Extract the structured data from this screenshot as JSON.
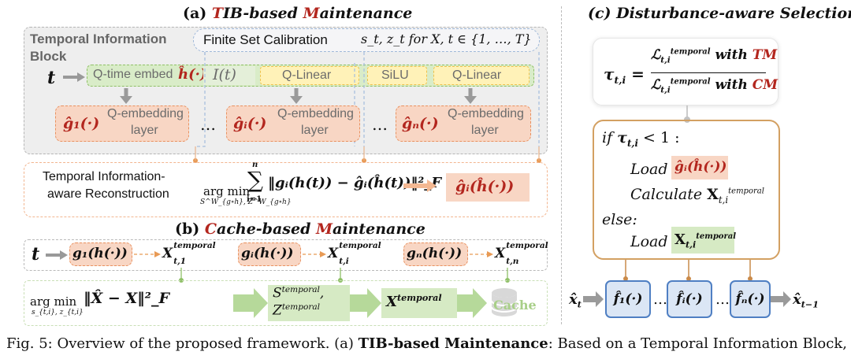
{
  "panel_a": {
    "title_prefix": "(a) ",
    "title_T": "T",
    "title_mid": "IB-based ",
    "title_M": "M",
    "title_rest": "aintenance",
    "tib_label_1": "Temporal Information",
    "tib_label_2": "Block",
    "finite_calib": "Finite Set Calibration",
    "calib_math": "s_t, z_t for X, t ∈ {1, …, T}",
    "t_input": "t",
    "q_time_embed": "Q-time embed",
    "h_func": "ĥ(·)",
    "I_t": "I(t)",
    "q_linear_1": "Q-Linear",
    "silu": "SiLU",
    "q_linear_2": "Q-Linear",
    "g1_func": "ĝ₁(·)",
    "gi_func": "ĝᵢ(·)",
    "gn_func": "ĝₙ(·)",
    "q_embedding_1": "Q-embedding",
    "layer_label": "layer",
    "ellipsis": "…",
    "recon_label_1": "Temporal Information-",
    "recon_label_2": "aware Reconstruction",
    "recon_argmin": "arg min",
    "recon_sub": "S^W_{g∘h}, Z^W_{g∘h}",
    "recon_sum_top": "n",
    "recon_sum_bot": "i=1",
    "recon_expr": "‖gᵢ(h(t)) − ĝᵢ(ĥ(t))‖²_F",
    "recon_result": "ĝᵢ(ĥ(·))"
  },
  "panel_b": {
    "title_prefix": "(b) ",
    "title_C": "C",
    "title_mid": "ache-based ",
    "title_M": "M",
    "title_rest": "aintenance",
    "t_input": "t",
    "g1": "g₁(h(·))",
    "gi": "gᵢ(h(·))",
    "gn": "gₙ(h(·))",
    "x1": "X",
    "x1_sub": "t,1",
    "xi_sub": "t,i",
    "xn_sub": "t,n",
    "sup_temporal": "temporal",
    "argmin": "arg min",
    "argmin_sub": "s_{t,i}, z_{t,i}",
    "norm_expr": "‖X̂ − X‖²_F",
    "s_temporal": "S",
    "z_temporal": "Z",
    "cache": "Cache"
  },
  "panel_c": {
    "title": "(c) Disturbance-aware Selection",
    "tau": "τ",
    "tau_sub": "t,i",
    "L": "ℒ",
    "with": "with",
    "TM": "TM",
    "CM": "CM",
    "if_line": "if",
    "cond": "τ",
    "cond_rest": " < 1 :",
    "load": "Load",
    "calculate": "Calculate",
    "else": "else:",
    "xt_hat": "x̂",
    "f1": "f̂₁(·)",
    "fi": "f̂ᵢ(·)",
    "fn": "f̂ₙ(·)",
    "xt_minus": "x̂",
    "xt_minus_sub": "t−1",
    "xt_sub": "t"
  },
  "caption": {
    "fig": "Fig. 5: Overview of the proposed framework. (a) ",
    "bold": "TIB-based Maintenance",
    "rest": ": Based on a Temporal Information Block, we"
  },
  "colors": {
    "accent_red": "#b3261e",
    "peach": "#f8d6c4",
    "yellow": "#fff2b8",
    "green": "#d6eac4",
    "blue_box": "#dbe6f5",
    "orange_border": "#d99150"
  }
}
